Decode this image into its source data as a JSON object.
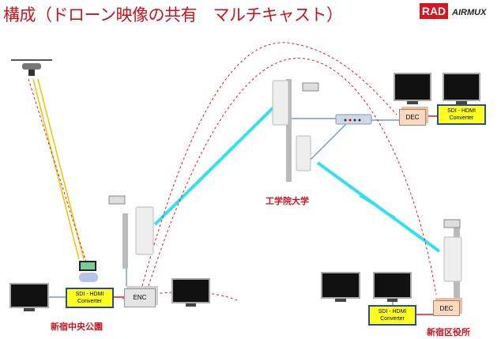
{
  "title": "構成（ドローン映像の共有　マルチキャスト）",
  "logo": {
    "brand": "RAD",
    "product": "AIRMUX"
  },
  "sites": {
    "left": {
      "name": "新宿中央公園",
      "converter": [
        "SDI - HDMI",
        "Converter"
      ],
      "encoder": "ENC"
    },
    "middle": {
      "name": "工学院大学",
      "converter": [
        "SDI - HDMI",
        "Converter"
      ],
      "decoder": "DEC"
    },
    "right": {
      "name": "新宿区役所",
      "converter": [
        "SDI - HDMI",
        "Converter"
      ],
      "decoder": "DEC"
    }
  },
  "colors": {
    "title": "#c8141e",
    "beam": "#33e0f0",
    "multicast": "#e8141e",
    "drone_link": "#f5c000",
    "cable": "#5b86c2"
  }
}
